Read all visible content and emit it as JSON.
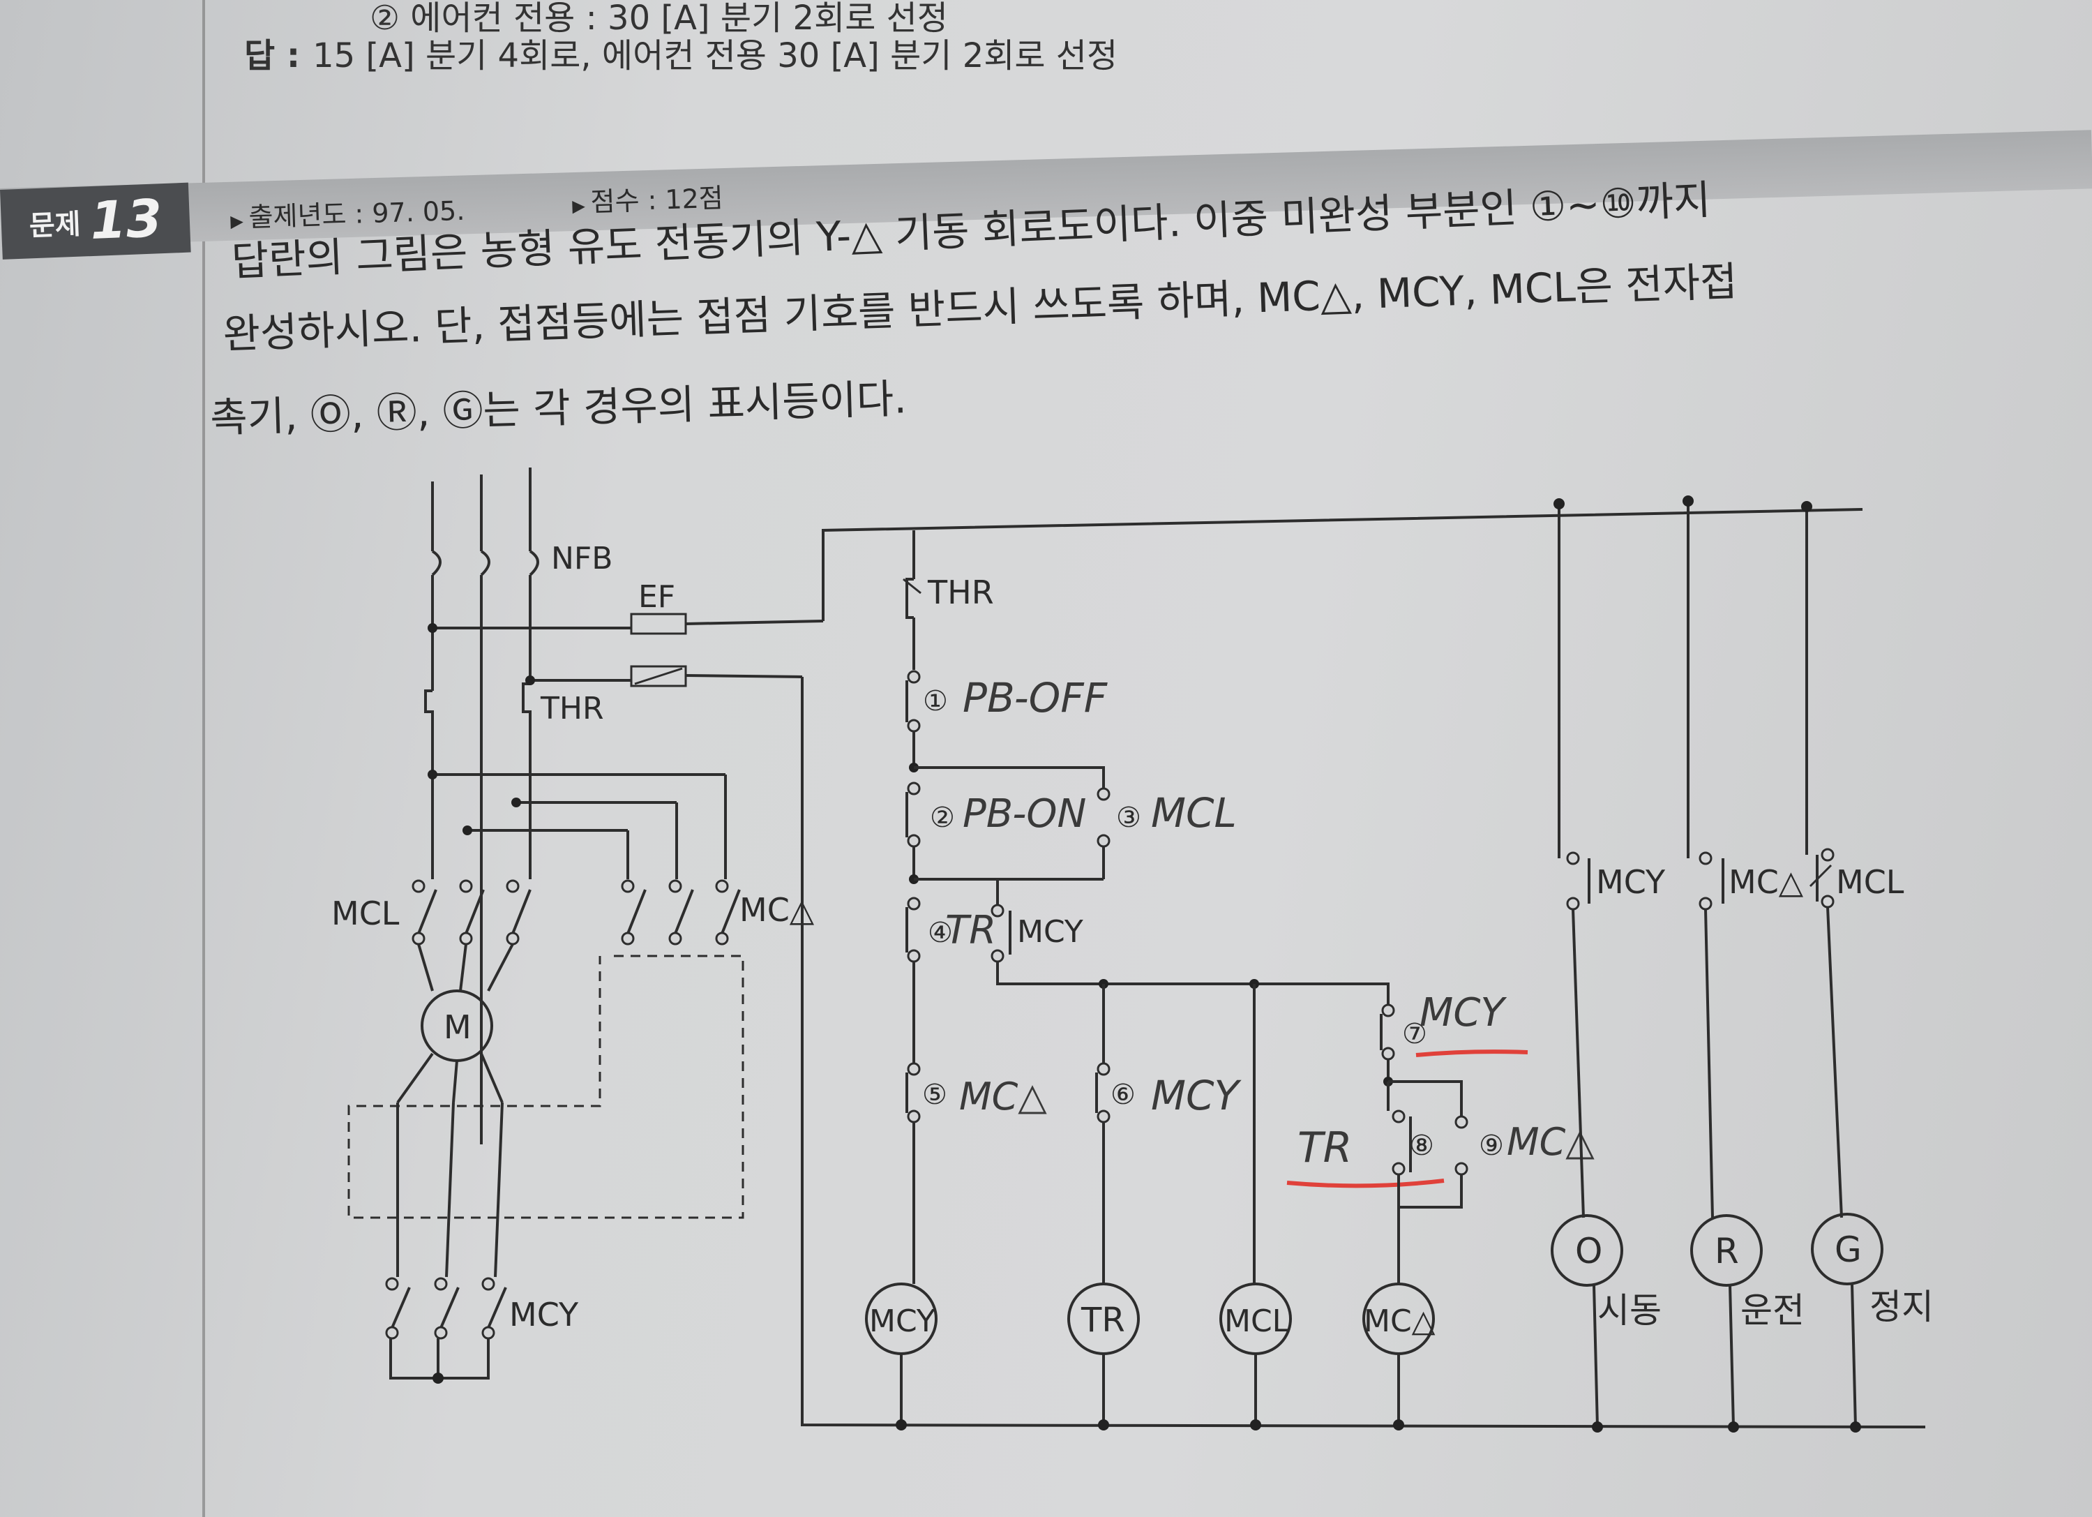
{
  "previous_problem": {
    "item": "② 에어컨 전용 : 30 [A] 분기 2회로 선정",
    "answer_label": "답 :",
    "answer": "15 [A] 분기 4회로, 에어컨 전용 30 [A] 분기 2회로 선정"
  },
  "problem": {
    "label": "문제",
    "number": "13",
    "year": "출제년도 : 97. 05.",
    "score": "점수 : 12점",
    "text_lines": [
      "답란의 그림은 농형 유도 전동기의 Y-△ 기동 회로도이다. 이중 미완성 부분인 ①~⑩까지",
      "완성하시오. 단, 접점등에는 접점 기호를 반드시 쓰도록 하며, MC△, MCY, MCL은 전자접",
      "촉기, Ⓞ, Ⓡ, Ⓖ는 각 경우의 표시등이다."
    ]
  },
  "diagram": {
    "main": {
      "nfb": "NFB",
      "ef": "EF",
      "thr": "THR",
      "mcl": "MCL",
      "mcd": "MC△",
      "motor": "M",
      "mcy": "MCY"
    },
    "control": {
      "thr": "THR",
      "n1": "①",
      "n2": "②",
      "n3": "③",
      "n4": "④",
      "n5": "⑤",
      "n6": "⑥",
      "n7": "⑦",
      "n8": "⑧",
      "n9": "⑨",
      "contact_mcy": "MCY",
      "coils": [
        "MCY",
        "TR",
        "MCL",
        "MC△"
      ],
      "lamp_contacts": [
        "MCY",
        "MC△",
        "MCL"
      ],
      "lamps": [
        "O",
        "R",
        "G"
      ],
      "lamp_labels": [
        "시동",
        "운전",
        "정지"
      ]
    },
    "handwriting": {
      "pb_off": "PB-OFF",
      "pb_on": "PB-ON",
      "mcl": "MCL",
      "tr4": "TR",
      "mcd5": "MC△",
      "mcy6": "MCY",
      "mcy7": "MCY",
      "tr8": "TR",
      "mcd9": "MC△"
    },
    "colors": {
      "ink": "#2d2d2d",
      "underline_red": "#e0413a"
    }
  }
}
